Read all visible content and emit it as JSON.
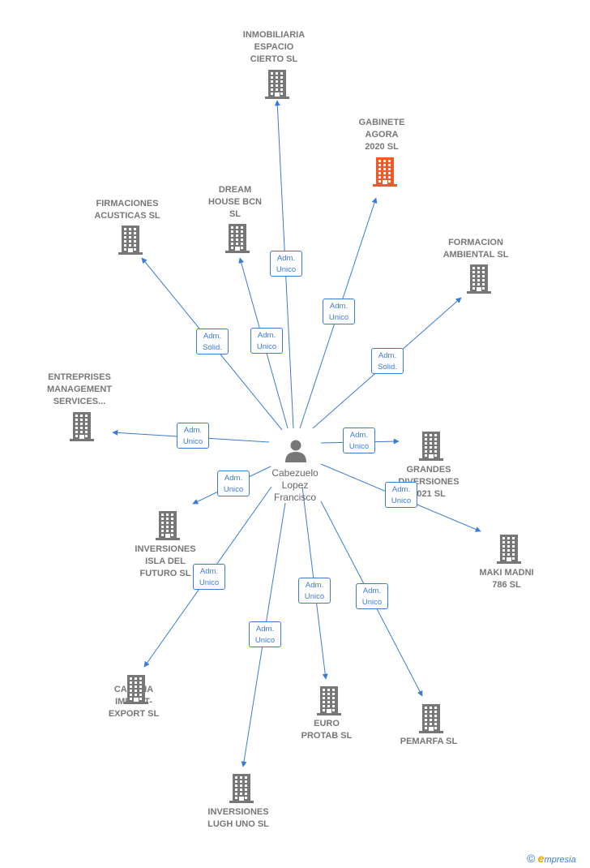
{
  "colors": {
    "edge": "#3a7bd5",
    "building": "#777777",
    "building_highlight": "#f05a28",
    "text": "#777777"
  },
  "center": {
    "name_lines": [
      "Cabezuelo",
      "Lopez",
      "Francisco"
    ],
    "icon": "person-icon"
  },
  "companies": [
    {
      "id": "inmobiliaria-espacio-cierto",
      "lines": [
        "INMOBILIARIA",
        "ESPACIO",
        "CIERTO  SL"
      ],
      "highlight": false,
      "icon": "building-icon"
    },
    {
      "id": "gabinete-agora-2020",
      "lines": [
        "GABINETE",
        "AGORA",
        "2020  SL"
      ],
      "highlight": true,
      "icon": "building-icon"
    },
    {
      "id": "firmaciones-acusticas",
      "lines": [
        "FIRMACIONES",
        "ACUSTICAS  SL"
      ],
      "highlight": false,
      "icon": "building-icon"
    },
    {
      "id": "dream-house-bcn",
      "lines": [
        "DREAM",
        "HOUSE BCN",
        "SL"
      ],
      "highlight": false,
      "icon": "building-icon"
    },
    {
      "id": "formacion-ambiental",
      "lines": [
        "FORMACION",
        "AMBIENTAL  SL"
      ],
      "highlight": false,
      "icon": "building-icon"
    },
    {
      "id": "entreprises-management",
      "lines": [
        "ENTREPRISES",
        "MANAGEMENT",
        "SERVICES..."
      ],
      "highlight": false,
      "icon": "building-icon"
    },
    {
      "id": "grandes-diversiones-2021",
      "lines": [
        "GRANDES",
        "DIVERSIONES",
        "2021  SL"
      ],
      "highlight": false,
      "icon": "building-icon"
    },
    {
      "id": "inversiones-isla-del-futuro",
      "lines": [
        "INVERSIONES",
        "ISLA DEL",
        "FUTURO SL"
      ],
      "highlight": false,
      "icon": "building-icon"
    },
    {
      "id": "maki-madni-786",
      "lines": [
        "MAKI MADNI",
        "786 SL"
      ],
      "highlight": false,
      "icon": "building-icon"
    },
    {
      "id": "carona-import-export",
      "lines": [
        "CARONA",
        "IMPORT-",
        "EXPORT SL"
      ],
      "highlight": false,
      "icon": "building-icon"
    },
    {
      "id": "euro-protab",
      "lines": [
        "EURO",
        "PROTAB SL"
      ],
      "highlight": false,
      "icon": "building-icon"
    },
    {
      "id": "pemarfa",
      "lines": [
        "PEMARFA SL"
      ],
      "highlight": false,
      "icon": "building-icon"
    },
    {
      "id": "inversiones-lugh-uno",
      "lines": [
        "INVERSIONES",
        "LUGH UNO  SL"
      ],
      "highlight": false,
      "icon": "building-icon"
    }
  ],
  "relations": [
    {
      "target": "inmobiliaria-espacio-cierto",
      "lines": [
        "Adm.",
        "Unico"
      ]
    },
    {
      "target": "gabinete-agora-2020",
      "lines": [
        "Adm.",
        "Unico"
      ]
    },
    {
      "target": "firmaciones-acusticas",
      "lines": [
        "Adm.",
        "Solid."
      ]
    },
    {
      "target": "dream-house-bcn",
      "lines": [
        "Adm.",
        "Unico"
      ]
    },
    {
      "target": "formacion-ambiental",
      "lines": [
        "Adm.",
        "Solid."
      ]
    },
    {
      "target": "entreprises-management",
      "lines": [
        "Adm.",
        "Unico"
      ]
    },
    {
      "target": "grandes-diversiones-2021",
      "lines": [
        "Adm.",
        "Unico"
      ]
    },
    {
      "target": "inversiones-isla-del-futuro",
      "lines": [
        "Adm.",
        "Unico"
      ]
    },
    {
      "target": "maki-madni-786",
      "lines": [
        "Adm.",
        "Unico"
      ]
    },
    {
      "target": "carona-import-export",
      "lines": [
        "Adm.",
        "Unico"
      ]
    },
    {
      "target": "euro-protab",
      "lines": [
        "Adm.",
        "Unico"
      ]
    },
    {
      "target": "pemarfa",
      "lines": [
        "Adm.",
        "Unico"
      ]
    },
    {
      "target": "inversiones-lugh-uno",
      "lines": [
        "Adm.",
        "Unico"
      ]
    }
  ],
  "footer": {
    "copyright": "©",
    "brand_initial": "e",
    "brand_rest": "mpresia"
  }
}
